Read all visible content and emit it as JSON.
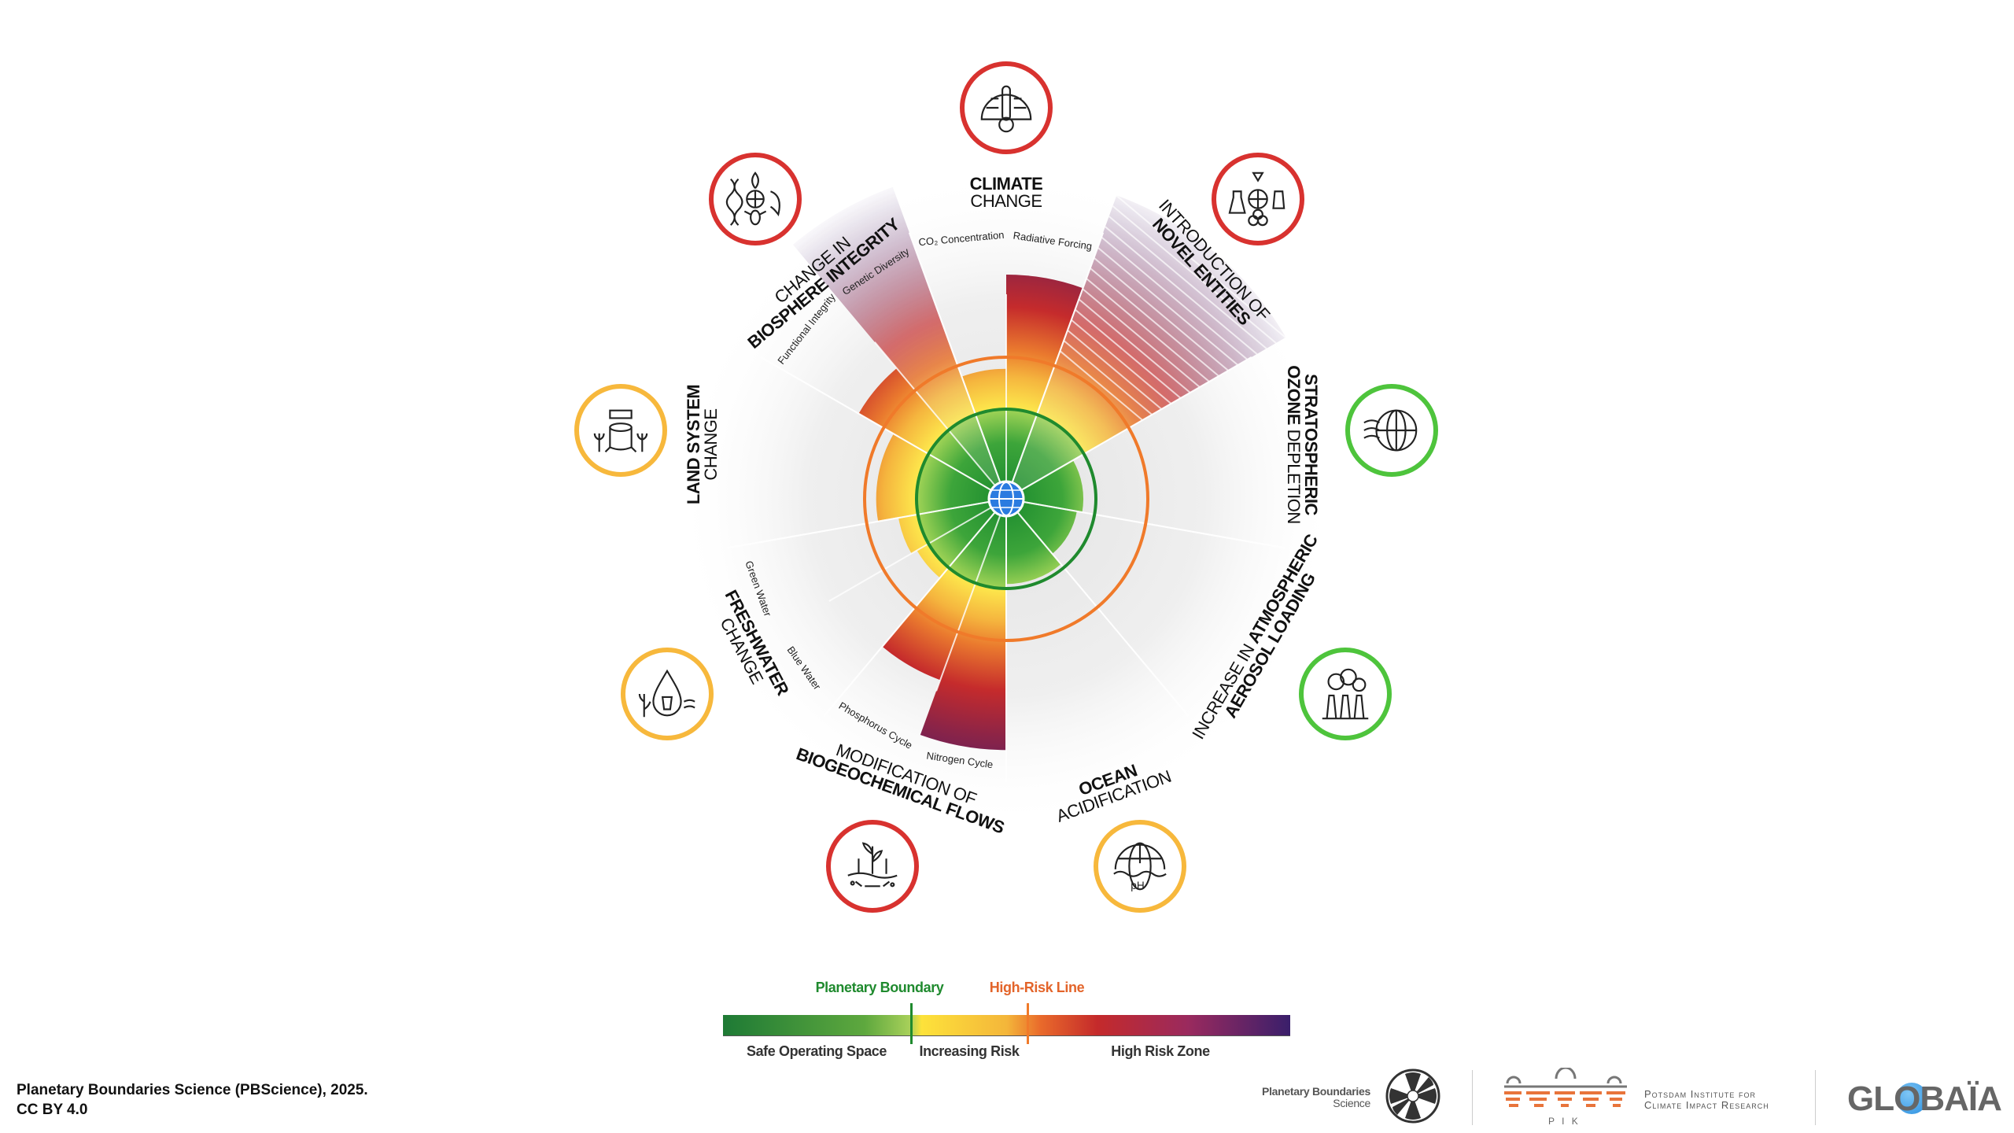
{
  "colors": {
    "red": "#d8322f",
    "yellow": "#f7b83c",
    "green": "#4ec43c",
    "boundary": "#1f8a2e",
    "high_risk": "#f07a2a"
  },
  "boundaries": [
    {
      "key": "climate",
      "l1": "CLIMATE",
      "l2": "CHANGE",
      "status": "red",
      "icon": "thermometer-globe-icon",
      "subs": [
        {
          "label": "CO₂ Concentration",
          "value": 1.45
        },
        {
          "label": "Radiative Forcing",
          "value": 2.5
        }
      ]
    },
    {
      "key": "novel",
      "l1": "INTRODUCTION OF",
      "l2": "NOVEL ENTITIES",
      "status": "red",
      "icon": "chemical-hazard-icon",
      "subs": [
        {
          "label": "",
          "value": 3.6,
          "faded": true
        }
      ]
    },
    {
      "key": "ozone",
      "l1": "STRATOSPHERIC",
      "l2a": "OZONE",
      "l2b": " DEPLETION",
      "status": "green",
      "icon": "ozone-layer-icon",
      "subs": [
        {
          "label": "",
          "value": 0.86
        }
      ]
    },
    {
      "key": "aerosol",
      "l1a": "INCREASE IN ",
      "l1b": "ATMOSPHERIC",
      "l2": "AEROSOL LOADING",
      "status": "green",
      "icon": "factory-smoke-icon",
      "subs": [
        {
          "label": "",
          "value": 0.8
        }
      ]
    },
    {
      "key": "ocean",
      "l1": "OCEAN",
      "l2": "ACIDIFICATION",
      "status": "yellow",
      "icon": "ocean-ph-icon",
      "subs": [
        {
          "label": "",
          "value": 0.95
        }
      ]
    },
    {
      "key": "biogeo",
      "l1": "MODIFICATION OF",
      "l2": "BIOGEOCHEMICAL FLOWS",
      "status": "red",
      "icon": "plants-nutrients-icon",
      "subs": [
        {
          "label": "Nitrogen Cycle",
          "value": 2.8
        },
        {
          "label": "Phosphorus Cycle",
          "value": 2.15
        }
      ]
    },
    {
      "key": "fresh",
      "l1": "FRESHWATER",
      "l2": "CHANGE",
      "status": "yellow",
      "icon": "water-drop-icon",
      "subs": [
        {
          "label": "Blue Water",
          "value": 1.15
        },
        {
          "label": "Green Water",
          "value": 1.22
        }
      ]
    },
    {
      "key": "land",
      "l1": "LAND SYSTEM",
      "l2": "CHANGE",
      "status": "yellow",
      "icon": "tree-stump-icon",
      "subs": [
        {
          "label": "",
          "value": 1.45
        }
      ]
    },
    {
      "key": "bio",
      "l1": "CHANGE IN",
      "l2": "BIOSPHERE INTEGRITY",
      "status": "red",
      "icon": "biodiversity-icon",
      "subs": [
        {
          "label": "Functional Integrity",
          "value": 1.9
        },
        {
          "label": "Genetic Diversity",
          "value": 3.7,
          "faded": true
        }
      ]
    }
  ],
  "scale": {
    "planetary_boundary": 1.0,
    "high_risk_line": 1.58
  },
  "legend": {
    "planetary_boundary": "Planetary Boundary",
    "high_risk_line": "High-Risk Line",
    "safe": "Safe Operating Space",
    "increasing": "Increasing Risk",
    "high_zone": "High Risk Zone"
  },
  "credit": {
    "line1": "Planetary Boundaries Science (PBScience), 2025.",
    "line2": "CC BY 4.0"
  },
  "logos": {
    "pbs_line1": "Planetary Boundaries",
    "pbs_line2": "Science",
    "pik_line1": "Potsdam Institute for",
    "pik_line2": "Climate Impact Research",
    "pik_abbr": "P I K",
    "globaia": "GLOBAÏA"
  }
}
